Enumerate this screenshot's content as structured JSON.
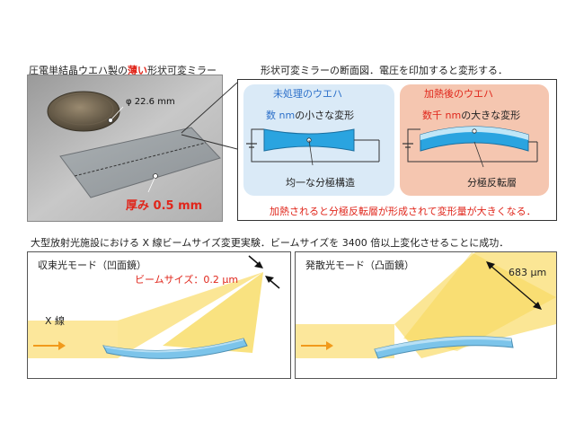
{
  "top": {
    "photo_caption_pre": "圧電単結晶ウエハ製の",
    "photo_caption_emph": "薄い",
    "photo_caption_post": "形状可変ミラー",
    "section_caption": "形状可変ミラーの断面図．電圧を印加すると変形する．",
    "coin_label": "φ 22.6 mm",
    "thickness_label": "厚み 0.5 mm"
  },
  "panels": {
    "untreated_title": "未処理のウエハ",
    "untreated_deform_num": "数 nm",
    "untreated_deform_text": "の小さな変形",
    "untreated_note": "均一な分極構造",
    "heated_title": "加熱後のウエハ",
    "heated_deform_num": "数千 nm",
    "heated_deform_text": "の大きな変形",
    "heated_note": "分極反転層",
    "summary": "加熱されると分極反転層が形成されて変形量が大きくなる．"
  },
  "bottom": {
    "caption": "大型放射光施設における X 線ビームサイズ変更実験．ビームサイズを 3400 倍以上変化させることに成功．",
    "left_title": "収束光モード（凹面鏡）",
    "beam_size_label": "ビームサイズ：0.2 μm",
    "xray_label": "X 線",
    "right_title": "発散光モード（凸面鏡）",
    "diverge_label": "683 μm"
  },
  "colors": {
    "accent_red": "#e0261b",
    "accent_blue": "#2b6fc9",
    "panel_left_bg": "#daeaf7",
    "panel_right_bg": "#f5c6b0",
    "wafer_blue": "#2aa4e0",
    "beam_yellow": "#fbe38a"
  }
}
